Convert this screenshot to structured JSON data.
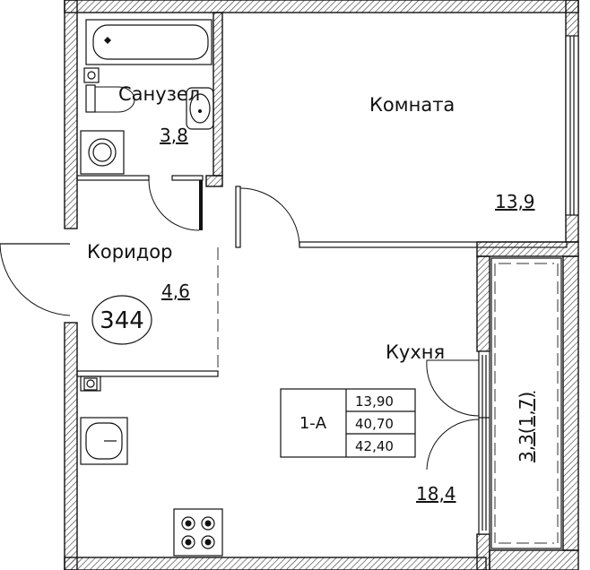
{
  "plan": {
    "apartment_number": "344",
    "rooms": {
      "bathroom": {
        "label": "Санузел",
        "area": "3,8"
      },
      "room": {
        "label": "Комната",
        "area": "13,9"
      },
      "corridor": {
        "label": "Коридор",
        "area": "4,6"
      },
      "kitchen": {
        "label": "Кухня",
        "area": "18,4"
      },
      "balcony": {
        "area": "3,3(1,7)"
      }
    },
    "summary": {
      "type": "1-А",
      "living_area": "13,90",
      "total_area": "40,70",
      "total_with_balcony": "42,40"
    }
  }
}
